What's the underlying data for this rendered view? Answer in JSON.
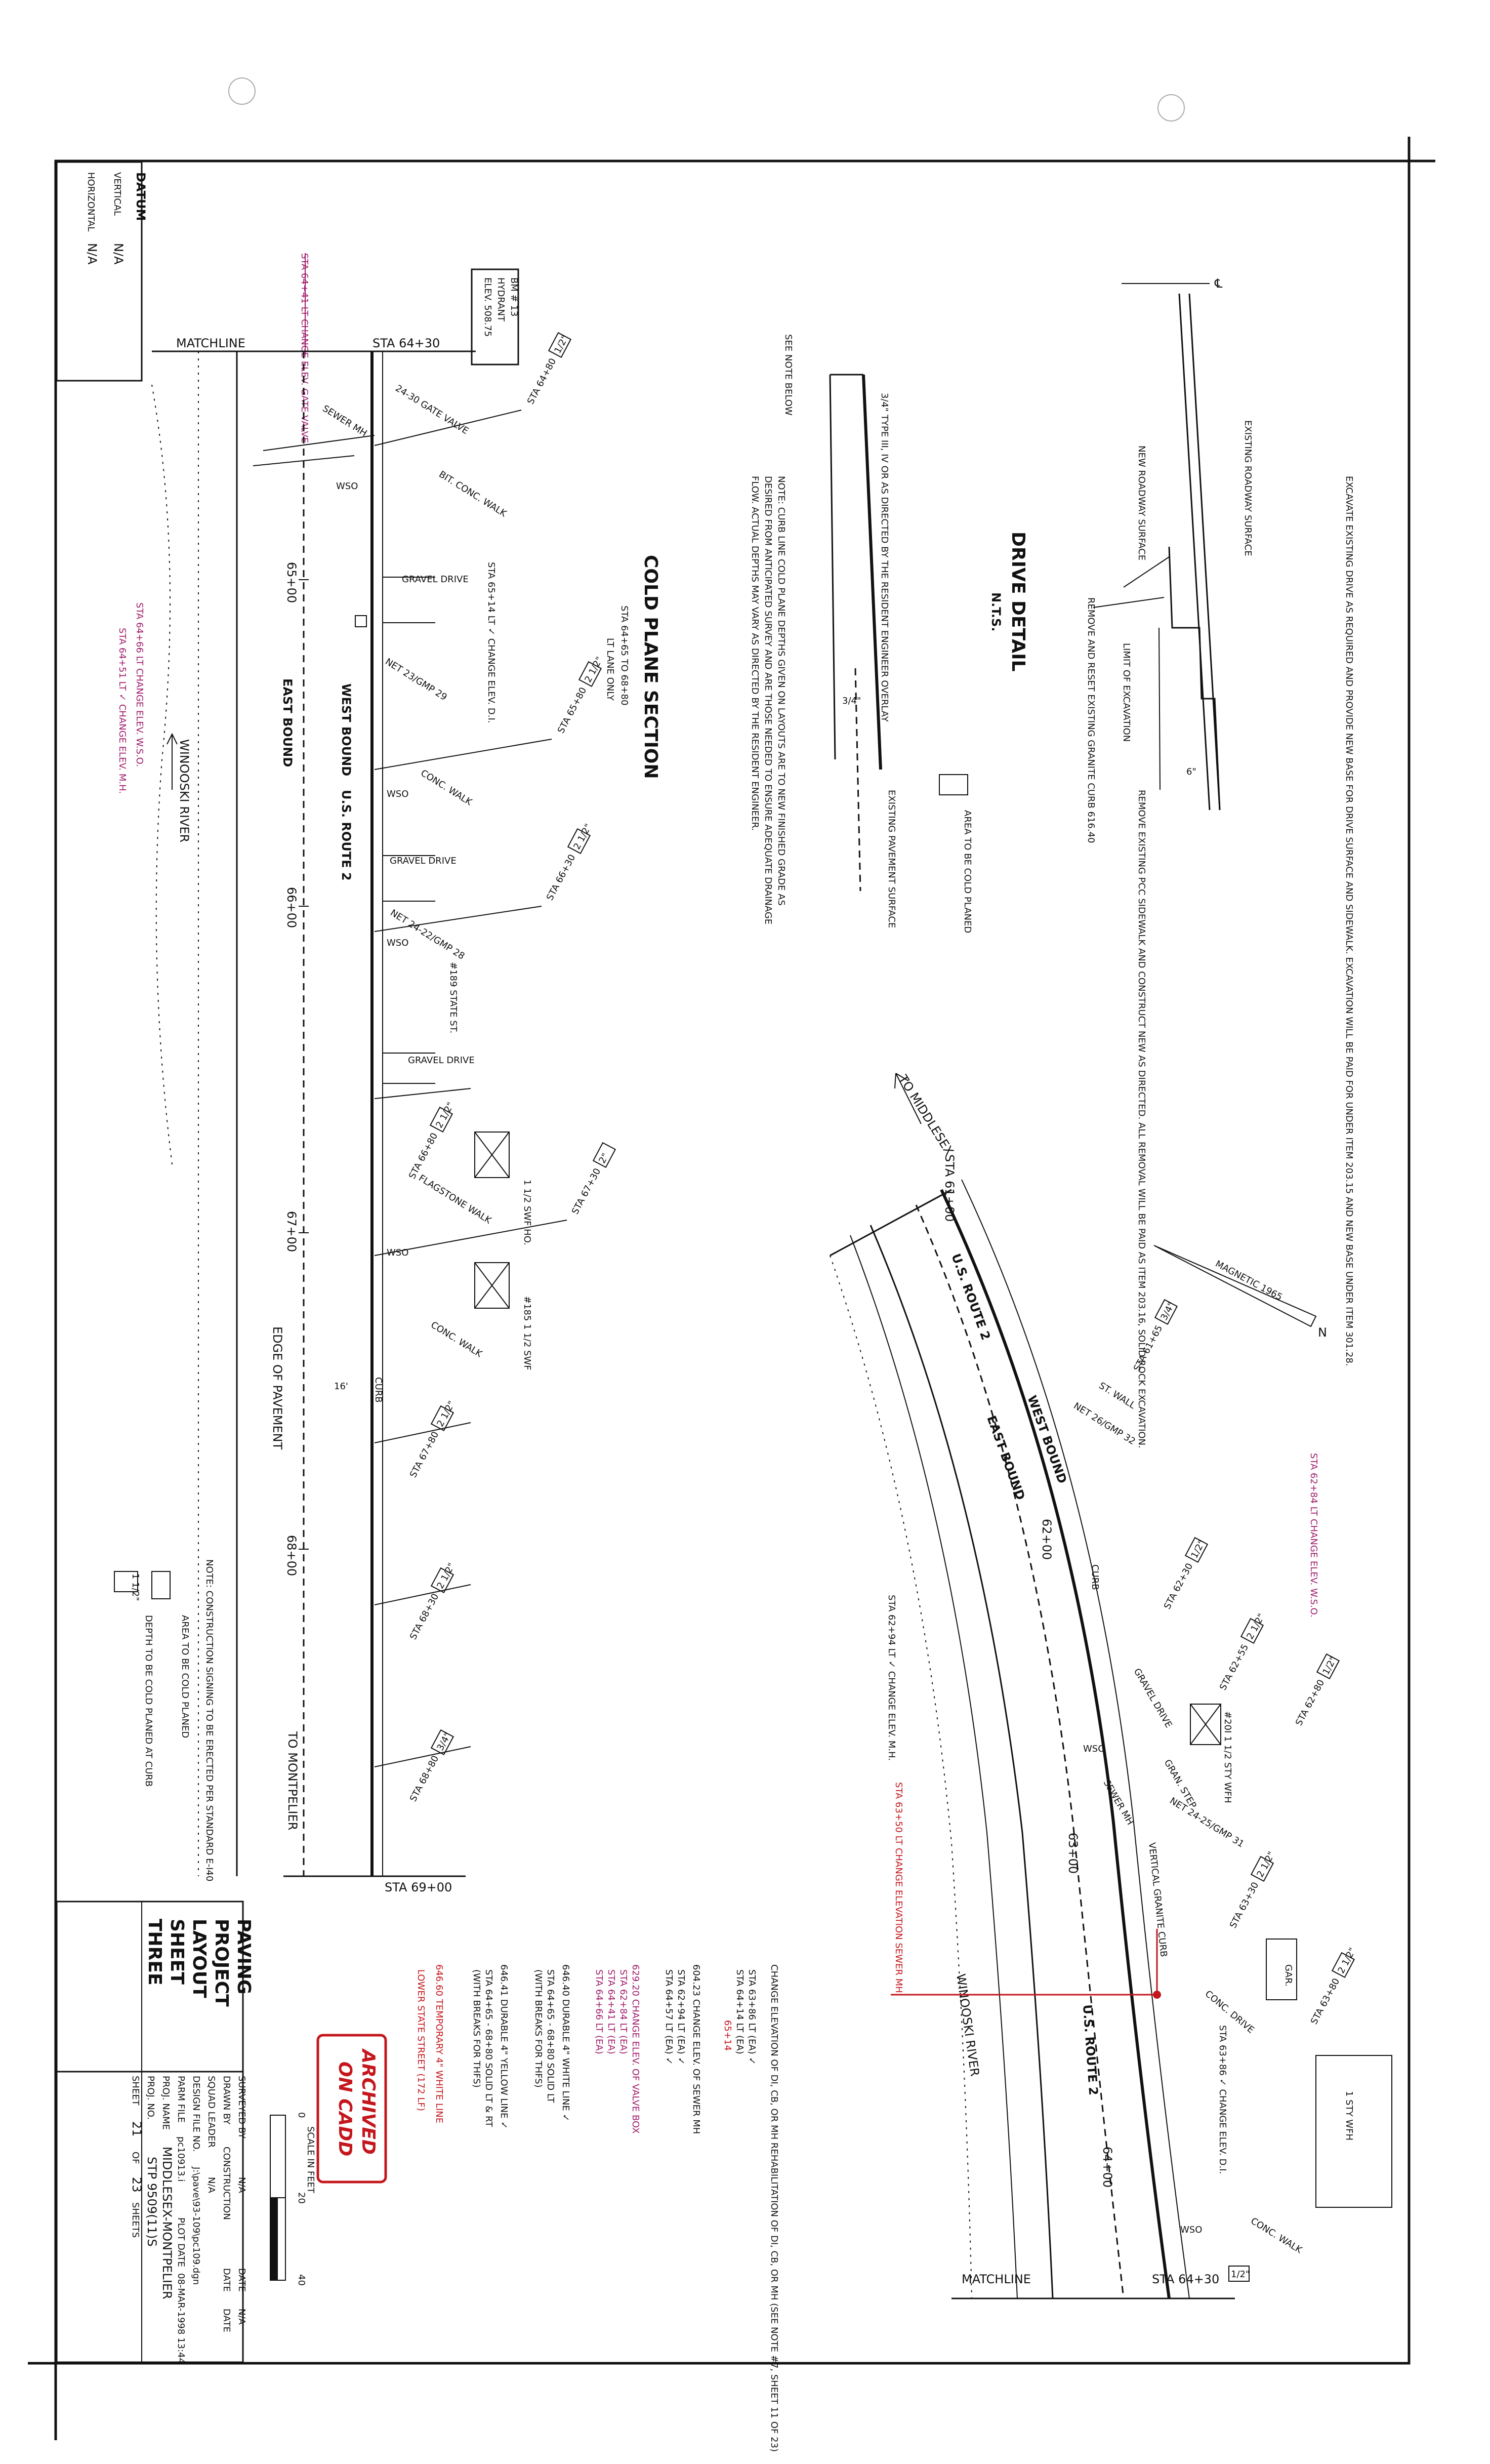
{
  "datum": {
    "title": "DATUM",
    "vertical_label": "VERTICAL",
    "vertical_value": "N/A",
    "horizontal_label": "HORIZONTAL",
    "horizontal_value": "N/A"
  },
  "benchmark": {
    "line1": "BM # 13",
    "line2": "HYDRANT",
    "line3": "ELEV. 508.75"
  },
  "left_plan": {
    "matchline": "MATCHLINE",
    "sta_start": "STA 64+30",
    "sta_end": "STA 69+00",
    "road_name": "U.S. ROUTE 2",
    "westbound": "WEST BOUND",
    "eastbound": "EAST BOUND",
    "river": "WINOOSKI RIVER",
    "to_montpelier": "TO MONTPELIER",
    "edge_of_pavement": "EDGE OF PAVEMENT",
    "curb": "CURB",
    "stations": [
      "65+00",
      "66+00",
      "67+00",
      "68+00"
    ],
    "tags": [
      {
        "sta": "STA 64+80",
        "d": "1/2\""
      },
      {
        "sta": "STA 65+80",
        "d": "2 1/2\""
      },
      {
        "sta": "STA 66+30",
        "d": "2 1/2\""
      },
      {
        "sta": "STA 66+80",
        "d": "2 1/2\""
      },
      {
        "sta": "STA 67+30",
        "d": "2\""
      },
      {
        "sta": "STA 67+80",
        "d": "2 1/2\""
      },
      {
        "sta": "STA 68+30",
        "d": "2 1/2\""
      },
      {
        "sta": "STA 68+80",
        "d": "3/4\""
      }
    ],
    "labels": {
      "gate_valve": "24-30 GATE VALVE",
      "sewer_mh": "SEWER MH",
      "wso": "WSO",
      "bit_walk": "BIT. CONC. WALK",
      "gravel_drive": "GRAVEL DRIVE",
      "conc_walk": "CONC. WALK",
      "net23": "NET 23/GMP 29",
      "net24": "NET 24-22/GMP 28",
      "state_st": "#189 STATE ST.",
      "flagstone": "FLAGSTONE WALK",
      "swf": "1 1/2 SWF HO.",
      "swf185": "#185 1 1/2 SWF",
      "sixteen": "16'",
      "chg1": "STA 65+14 LT ✓ CHANGE ELEV. D.I.",
      "chg2": "STA 64+51 LT ✓ CHANGE ELEV. M.H.",
      "chg2_strike": "STA 64+66 LT CHANGE ELEV. W.S.O.",
      "gate_strike": "STA 64+41 LT CHANGE ELEV. GATE VALVE"
    }
  },
  "legend": {
    "note": "NOTE: CONSTRUCTION SIGNING TO BE ERECTED PER STANDARD E-I40",
    "area": "AREA TO BE COLD PLANED",
    "depth": "DEPTH TO BE COLD PLANED AT CURB",
    "depth_sample": "1 1/2\""
  },
  "cold_plane": {
    "title": "COLD PLANE SECTION",
    "subtitle": "STA 64+65 TO 68+80",
    "subtitle2": "LT LANE ONLY",
    "see_note": "SEE NOTE BELOW",
    "overlay": "3/4\" TYPE III, IV OR AS DIRECTED BY THE RESIDENT ENGINEER OVERLAY",
    "existing_pavement": "EXISTING PAVEMENT SURFACE",
    "three_quarter": "3/4\"",
    "note": "NOTE: CURB LINE COLD PLANE DEPTHS GIVEN ON LAYOUTS ARE TO NEW FINISHED GRADE AS DESIRED FROM ANTICIPATED SURVEY AND ARE THOSE NEEDED TO ENSURE ADEQUATE DRAINAGE FLOW. ACTUAL DEPTHS MAY VARY AS DIRECTED BY THE RESIDENT ENGINEER."
  },
  "drive_detail": {
    "title": "DRIVE DETAIL",
    "subtitle": "N.T.S.",
    "note": "EXCAVATE EXISTING DRIVE AS REQUIRED AND PROVIDE NEW BASE FOR DRIVE SURFACE AND SIDEWALK. EXCAVATION WILL BE PAID FOR UNDER ITEM 203.15 AND NEW BASE UNDER ITEM 301.28.",
    "existing_roadway": "EXISTING ROADWAY SURFACE",
    "new_roadway": "NEW ROADWAY SURFACE",
    "limit": "LIMIT OF EXCAVATION",
    "remove_reset": "REMOVE AND RESET EXISTING GRANITE CURB 616.40",
    "remove_pcc": "REMOVE EXISTING PCC SIDEWALK AND CONSTRUCT NEW AS DIRECTED. ALL REMOVAL WILL BE PAID AS ITEM 203.16, SOLID ROCK EXCAVATION.",
    "area": "AREA TO BE COLD PLANED",
    "six": "6\"",
    "cl": "℄"
  },
  "right_plan": {
    "to_middlesex": "TO MIDDLESEX",
    "sta_start": "STA 61+00",
    "matchline": "MATCHLINE",
    "sta_end": "STA 64+30",
    "sta_end_tag": "1/2\"",
    "road_name": "U.S. ROUTE 2",
    "road_name2": "U.S. ROUTE 2",
    "westbound": "WEST BOUND",
    "eastbound": "EAST BOUND",
    "river": "WINOOSKI RIVER",
    "magnetic": "MAGNETIC 1965",
    "north": "N",
    "stations": [
      "62+00",
      "63+00",
      "64+00"
    ],
    "tags": [
      {
        "sta": "STA 61+65",
        "d": "3/4\""
      },
      {
        "sta": "STA 62+30",
        "d": "1/2\""
      },
      {
        "sta": "STA 62+55",
        "d": "2 1/2\""
      },
      {
        "sta": "STA 62+80",
        "d": "1/2\""
      },
      {
        "sta": "STA 63+30",
        "d": "2 1/2\""
      },
      {
        "sta": "STA 63+80",
        "d": "2 1/2\""
      }
    ],
    "labels": {
      "st_wall": "ST. WALL",
      "net26": "NET 26/GMP 32",
      "curb": "CURB",
      "gravel_drive": "GRAVEL DRIVE",
      "gran_step": "GRAN. STEP",
      "wso": "WSO",
      "sewer_mh": "SEWER MH",
      "net2425": "NET 24-25/GMP 31",
      "vertical_curb": "VERTICAL GRANITE CURB",
      "one_sty": "#20I 1 1/2 STY WFH",
      "conc_drive": "CONC. DRIVE",
      "gar": "GAR.",
      "one_sty_wfh": "1 STY WFH",
      "conc_walk": "CONC. WALK",
      "chg_mh": "STA 62+94 LT ✓ CHANGE ELEV. M.H.",
      "chg_strike": "STA 62+84 LT CHANGE ELEV. W.S.O.",
      "chg_sewer": "STA 63+50 LT CHANGE ELEVATION SEWER MH",
      "chg_di": "STA 63+86 ✓ CHANGE ELEV. D.I."
    }
  },
  "items": {
    "rehab": "CHANGE ELEVATION OF DI, CB, OR MH REHABILITATION OF DI, CB, OR MH (SEE NOTE #7, SHEET 11 OF 23)",
    "rehab_a": "STA 63+86 LT (EA) ✓",
    "rehab_b": "STA 64+14 LT (EA)",
    "rehab_c": "65+14",
    "i60423": "604.23 CHANGE ELEV. OF SEWER MH",
    "i60423a": "STA 62+94 LT (EA) ✓",
    "i60423b": "STA 64+57 LT (EA) ✓",
    "i62920": "629.20 CHANGE ELEV. OF VALVE BOX",
    "i62920a": "STA 62+84 LT (EA)",
    "i62920b": "STA 64+41 LT (EA)",
    "i62920c": "STA 64+66 LT (EA)",
    "i64640": "646.40 DURABLE 4\" WHITE LINE ✓",
    "i64640a": "STA 64+65 - 68+80 SOLID LT",
    "i64640b": "(WITH BREAKS FOR THFS)",
    "i64641": "646.41 DURABLE 4\" YELLOW LINE ✓",
    "i64641a": "STA 64+65 - 68+80 SOLID LT & RT",
    "i64641b": "(WITH BREAKS FOR THFS)",
    "i64660": "646.60 TEMPORARY 4\" WHITE LINE",
    "i64660a": "LOWER STATE STREET (172 LF)"
  },
  "stamp": {
    "line1": "ARCHIVED",
    "line2": "ON CADD"
  },
  "scale": {
    "title": "SCALE IN FEET",
    "t0": "0",
    "t20": "20",
    "t40": "40"
  },
  "title_block": {
    "title1": "PAVING",
    "title2": "PROJECT",
    "title3": "LAYOUT",
    "title4": "SHEET",
    "title5": "THREE",
    "surveyed_by": "SURVEYED BY",
    "surveyed_val": "N/A",
    "date1": "DATE",
    "date1_val": "N/A",
    "drawn_by": "DRAWN BY",
    "drawn_val": "CONSTRUCTION",
    "date2": "DATE",
    "date2_val": "DATE",
    "squad": "SQUAD LEADER",
    "squad_val": "N/A",
    "design_file": "DESIGN FILE NO.",
    "design_val": "J:\\pave\\93-109\\pc109.dgn",
    "parm_file": "PARM FILE",
    "parm_val": "pc10913.i",
    "plot_date": "PLOT DATE",
    "plot_val": "08-MAR-1998 13:44",
    "proj_name": "PROJ. NAME",
    "proj_name_val": "MIDDLESEX-MONTPELIER",
    "proj_no": "PROJ. NO.",
    "proj_no_val": "STP 9509(11)S",
    "sheet": "SHEET",
    "sheet_no": "21",
    "of": "OF",
    "total": "23",
    "sheets": "SHEETS"
  }
}
